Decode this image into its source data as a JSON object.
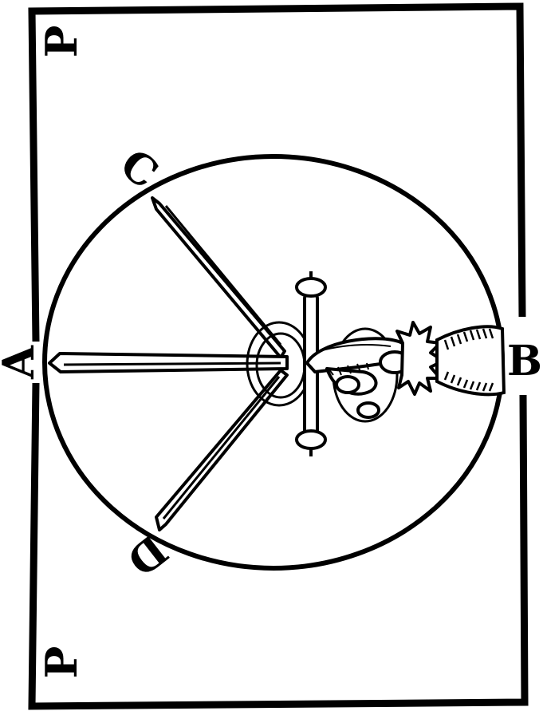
{
  "labels": {
    "a": "A",
    "b": "B",
    "c": "C",
    "d": "D",
    "p_top": "P",
    "p_bottom": "P"
  },
  "colors": {
    "ink": "#000000",
    "paper": "#ffffff"
  }
}
